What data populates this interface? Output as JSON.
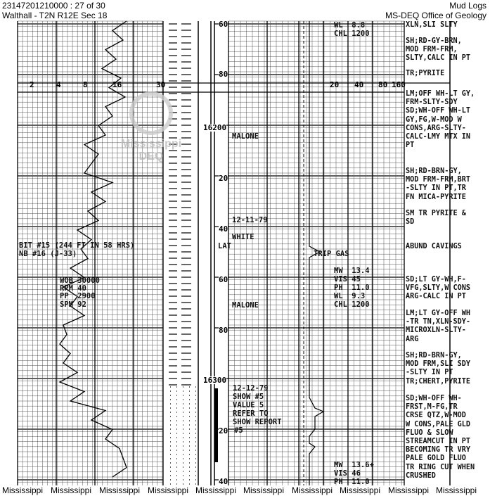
{
  "header": {
    "doc_id": "23147201210000 : 27 of 30",
    "location": "Walthall - T2N R12E Sec 18",
    "doc_type": "Mud Logs",
    "agency": "MS-DEQ Office of Geology"
  },
  "watermark": {
    "text": "Mississippi",
    "logo_line1": "Mississippi",
    "logo_line2": "DEQ"
  },
  "scales": {
    "left": [
      "2",
      "4",
      "8",
      "16",
      "30"
    ],
    "right": [
      "20",
      "40",
      "80",
      "160"
    ]
  },
  "depths": [
    "60",
    "80",
    "16200",
    "20",
    "40",
    "60",
    "80",
    "16300",
    "20",
    "40"
  ],
  "notes": {
    "bit1": "BIT #15 (244 FT IN 58 HRS)",
    "bit2": "NB #16 (J-33)",
    "wob": "WOB 30000",
    "rpm": "RPM 40",
    "pp": "PP  2900",
    "spm": "SPM 92",
    "malone1": "MALONE",
    "date1": "12-11-79",
    "white": "WHITE",
    "lat": "LAT",
    "trip_gas": "TRIP GAS",
    "malone2": "MALONE",
    "date2": "12-12-79",
    "show": "SHOW #5",
    "value": "VALUE 5",
    "refer": "REFER TO",
    "show_report": "SHOW REPORT",
    "show_no": "#5"
  },
  "mud": {
    "top": [
      "WL  8.8",
      "CHL 1200"
    ],
    "mid": [
      "MW  13.4",
      "VIS 45",
      "PH  11.0",
      "WL  9.3",
      "CHL 1200"
    ],
    "bot": [
      "MW  13.6+",
      "VIS 46",
      "PH  11.0"
    ]
  },
  "descriptions": [
    "XLN,SLI SLTY",
    "SH;RD-GY-BRN,\nMOD FRM-FRM,\nSLTY,CALC IN PT",
    "TR;PYRITE",
    "LM;OFF WH-LT GY,\nFRM-SLTY-SDY\nSD;WH-OFF WH-LT\nGY,FG,W-MOD W\nCONS,ARG-SLTY-\nCALC-LMY MTX IN\nPT",
    "SH;RD-BRN-GY,\nMOD FRM-FRM,BRT\n-SLTY IN PT,TR\nFN MICA-PYRITE",
    "SM TR PYRITE &\nSD",
    "ABUND CAVINGS",
    "SD;LT GY-WH,F-\nVFG,SLTY,W CONS\nARG-CALC IN PT",
    "LM;LT GY-OFF WH\n-TR TN,XLN-SDY-\nMICROXLN-SLTY-\nARG",
    "SH;RD-BRN-GY,\nMOD FRM,SLI SDY\n-SLTY IN PT\nTR;CHERT,PYRITE",
    "SD;WH-OFF WH-\nFRST,M-FG,TR\nCRSE QTZ,W-MOD\nW CONS,PALE GLD\nFLUO & SLOW\nSTREAMCUT IN PT\nBECOMING TR VRY\nPALE GOLD FLUO\nTR RING CUT WHEN\nCRUSHED"
  ]
}
